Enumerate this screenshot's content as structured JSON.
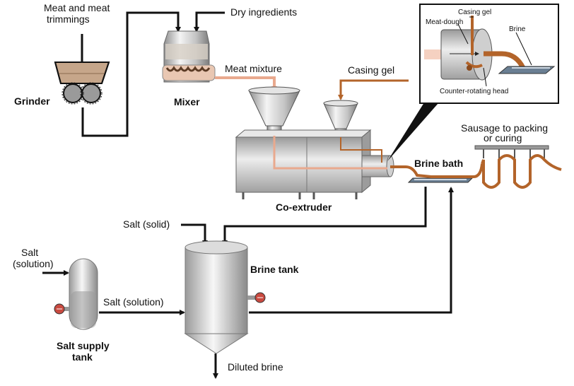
{
  "labels": {
    "meat_and_meat_1": "Meat and meat",
    "meat_and_meat_2": "trimmings",
    "dry_ingredients": "Dry ingredients",
    "grinder": "Grinder",
    "mixer": "Mixer",
    "meat_mixture": "Meat mixture",
    "casing_gel": "Casing gel",
    "co_extruder": "Co-extruder",
    "brine_bath": "Brine bath",
    "sausage_1": "Sausage to packing",
    "sausage_2": "or curing",
    "salt_solid": "Salt (solid)",
    "salt_solution_1": "Salt",
    "salt_solution_2": "(solution)",
    "salt_solution_line": "Salt (solution)",
    "brine_tank": "Brine tank",
    "salt_supply_1": "Salt supply",
    "salt_supply_2": "tank",
    "diluted_brine": "Diluted brine"
  },
  "inset": {
    "casing_gel": "Casing gel",
    "meat_dough": "Meat-dough",
    "brine": "Brine",
    "counter_rotating_head": "Counter-rotating head"
  },
  "colors": {
    "meat_dough": "#e9a98e",
    "casing": "#b3642a",
    "brine_pipe": "#111111",
    "steel": "#b8b8b8"
  }
}
